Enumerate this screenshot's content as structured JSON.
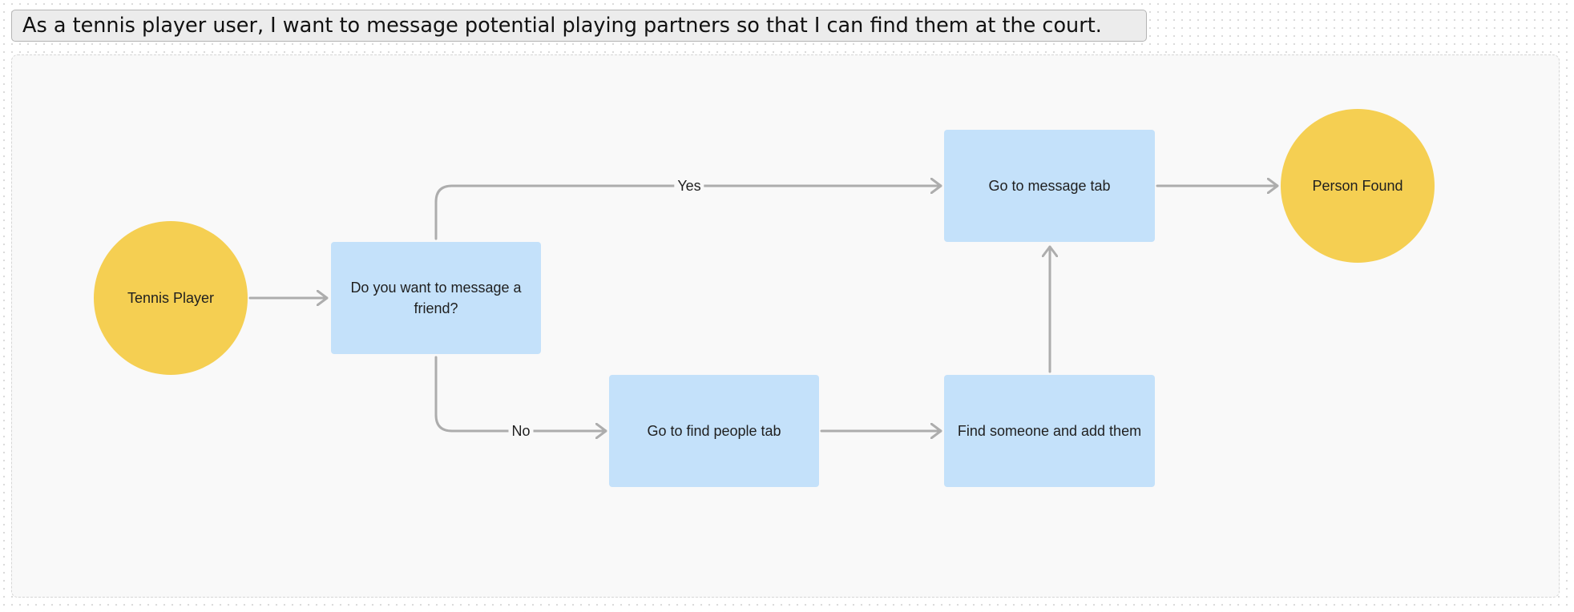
{
  "title": "As a tennis player user, I want to message potential playing partners so that I can find them at the court.",
  "nodes": {
    "tennis_player": "Tennis Player",
    "question": "Do you want to message a friend?",
    "message_tab": "Go to message tab",
    "person_found": "Person Found",
    "find_people_tab": "Go to find people tab",
    "find_add": "Find someone and add them"
  },
  "edges": {
    "yes": "Yes",
    "no": "No"
  },
  "colors": {
    "terminal": "#f5cf52",
    "process": "#c4e1fa",
    "connector": "#adadad"
  }
}
